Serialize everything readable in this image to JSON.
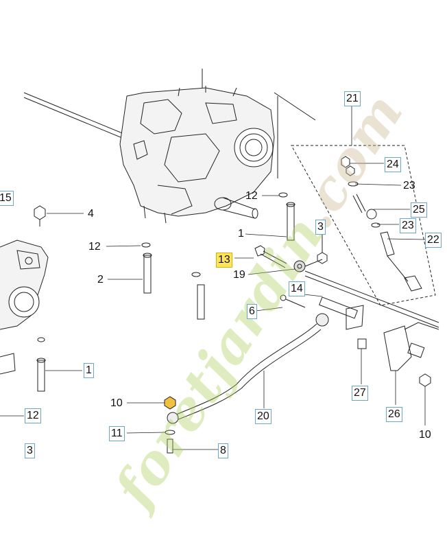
{
  "watermark": {
    "main": "foretjardin",
    "suffix": ".com"
  },
  "labels": {
    "l21": "21",
    "l24": "24",
    "l23a": "23",
    "l25": "25",
    "l23b": "23",
    "l22": "22",
    "l15": "15",
    "l4": "4",
    "l12a": "12",
    "l12b": "12",
    "l1a": "1",
    "l3": "3",
    "l13": "13",
    "l19": "19",
    "l2": "2",
    "l14": "14",
    "l6": "6",
    "l1b": "1",
    "l20": "20",
    "l27": "27",
    "l26": "26",
    "l10a": "10",
    "l10b": "10",
    "l11": "11",
    "l12c": "12",
    "l8": "8",
    "l3b": "3"
  },
  "colors": {
    "line": "#222222",
    "label_border": "#6aa6c8",
    "highlight": "#ffe45c",
    "watermark_green": "#aacd5a"
  }
}
